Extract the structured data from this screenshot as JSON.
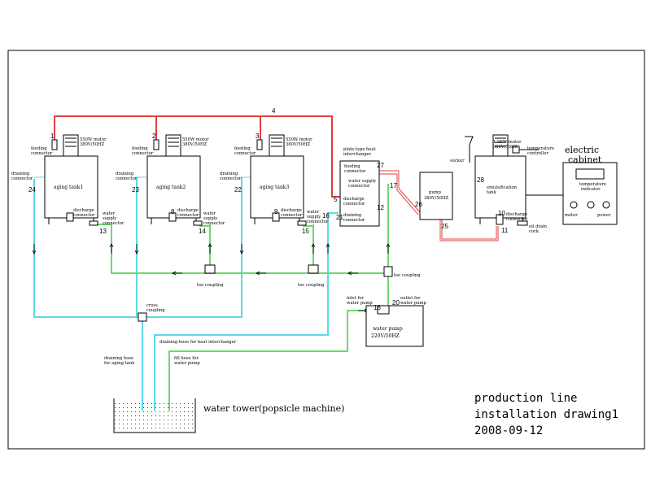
{
  "numbers": {
    "n1": "1",
    "n2": "2",
    "n3": "3",
    "n4": "4",
    "n5": "5",
    "n8": "8",
    "n9": "9",
    "n10": "10",
    "n11": "11",
    "n12": "12",
    "n13": "13",
    "n14": "14",
    "n15": "15",
    "n16": "16",
    "n17": "17",
    "n18": "18",
    "n20": "20",
    "n21": "21",
    "n22": "22",
    "n23": "23",
    "n24": "24",
    "n25": "25",
    "n26": "26",
    "n27": "27",
    "n28": "28"
  },
  "labels": {
    "feeding_connector_1": "feeding",
    "feeding_connector_1b": "connector",
    "feeding_connector_2": "feeding",
    "feeding_connector_2b": "connector",
    "feeding_connector_3": "feeding",
    "feeding_connector_3b": "connector",
    "motor_1a": "550W motor",
    "motor_1b": "380V/50HZ",
    "motor_2a": "550W motor",
    "motor_2b": "380V/50HZ",
    "motor_3a": "550W motor",
    "motor_3b": "380V/50HZ",
    "draining_connector_1": "draining",
    "draining_connector_1b": "connector",
    "draining_connector_2": "draining",
    "draining_connector_2b": "connector",
    "draining_connector_3": "draining",
    "draining_connector_3b": "connector",
    "aging_tank_1": "aging tank1",
    "aging_tank_2": "aging tank2",
    "aging_tank_3": "aging tank3",
    "discharge_1a": "discharge",
    "discharge_1b": "connector",
    "discharge_2a": "discharge",
    "discharge_2b": "connector",
    "discharge_3a": "discharge",
    "discharge_3b": "connector",
    "water_supply_1a": "water",
    "water_supply_1b": "supply",
    "water_supply_1c": "connector",
    "water_supply_2a": "water",
    "water_supply_2b": "supply",
    "water_supply_2c": "connector",
    "water_supply_3a": "water",
    "water_supply_3b": "supply",
    "water_supply_3c": "connector",
    "plate_a": "plate-type heat",
    "plate_b": "interchanger",
    "plate_feed_a": "feeding",
    "plate_feed_b": "connector",
    "plate_ws_a": "water supply",
    "plate_ws_b": "connector",
    "plate_dis_a": "discharge",
    "plate_dis_b": "connector",
    "plate_dr_a": "draining",
    "plate_dr_b": "connector",
    "pump_box_a": "pump",
    "pump_box_b": "380V/50HZ",
    "sucker": "sucker",
    "emul_motor_a": "1.5KW motor",
    "emul_motor_b": "380V/50HZ",
    "emul_tank_a": "emulsification",
    "emul_tank_b": "tank",
    "emul_dis_a": "discharge",
    "emul_dis_b": "connector",
    "oil_drain_a": "oil drain",
    "oil_drain_b": "cock",
    "temp_ctrl_a": "temperature",
    "temp_ctrl_b": "controller",
    "cabinet_title_a": "electric",
    "cabinet_title_b": "cabinet",
    "cab_inner_a": "temperature",
    "cab_inner_b": "indicator",
    "cab_inner_c": "motor",
    "cab_inner_d": "power",
    "tee_1": "tee coupling",
    "tee_2": "tee coupling",
    "tee_3": "tee coupling",
    "cross_a": "cross",
    "cross_b": "coupling",
    "inlet_a": "inlet for",
    "inlet_b": "water pump",
    "outlet_a": "outlet for",
    "outlet_b": "water pump",
    "wp_a": "water pump",
    "wp_b": "220V/50HZ",
    "drain_heat": "draining hose for heat interchanger",
    "drain_aging_a": "draining hose",
    "drain_aging_b": "for aging tank",
    "fill_a": "fill hose for",
    "fill_b": "water pump",
    "tower": "water tower(popsicle machine)"
  },
  "title": {
    "line1": "production line",
    "line2": "installation drawing1",
    "line3": "2008-09-12"
  },
  "colors": {
    "feed_pipe": "#e04040",
    "drain_pipe": "#5cd8e8",
    "water_pipe": "#6cd96c"
  }
}
